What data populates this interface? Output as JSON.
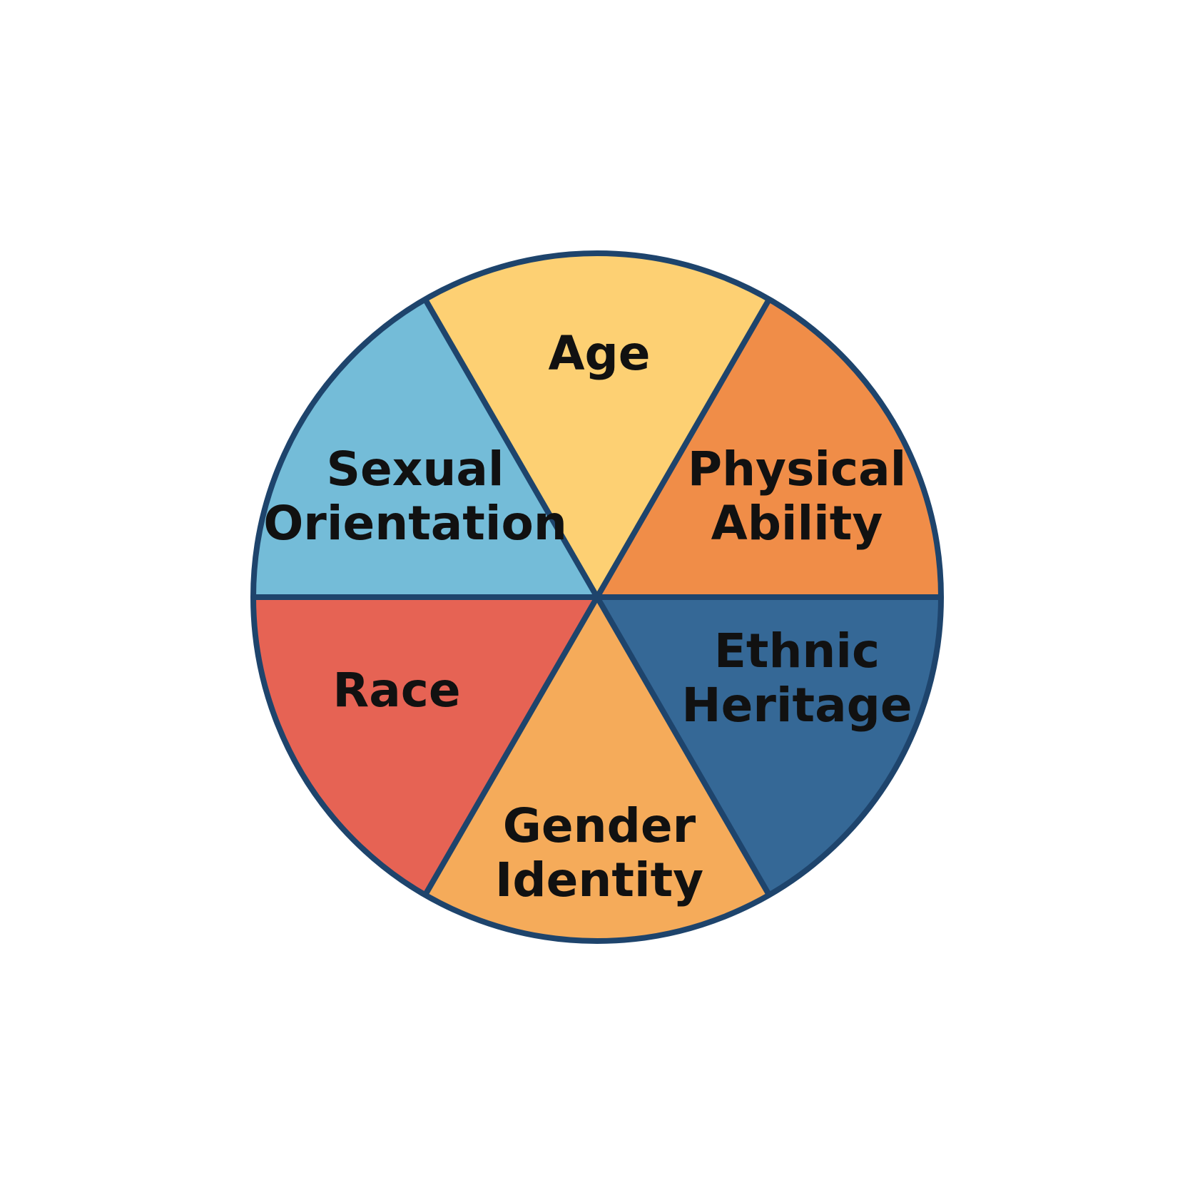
{
  "diagram": {
    "outline_color": "#1e446c",
    "segments": [
      {
        "id": "age",
        "lines": [
          "Age"
        ],
        "color": "#fdd073"
      },
      {
        "id": "physical-ability",
        "lines": [
          "Physical",
          "Ability"
        ],
        "color": "#f08d48"
      },
      {
        "id": "ethnic-heritage",
        "lines": [
          "Ethnic",
          "Heritage"
        ],
        "color": "#356896"
      },
      {
        "id": "gender-identity",
        "lines": [
          "Gender",
          "Identity"
        ],
        "color": "#f5ab5a"
      },
      {
        "id": "race",
        "lines": [
          "Race"
        ],
        "color": "#e66354"
      },
      {
        "id": "sexual-orientation",
        "lines": [
          "Sexual",
          "Orientation"
        ],
        "color": "#74bcd8"
      }
    ]
  }
}
